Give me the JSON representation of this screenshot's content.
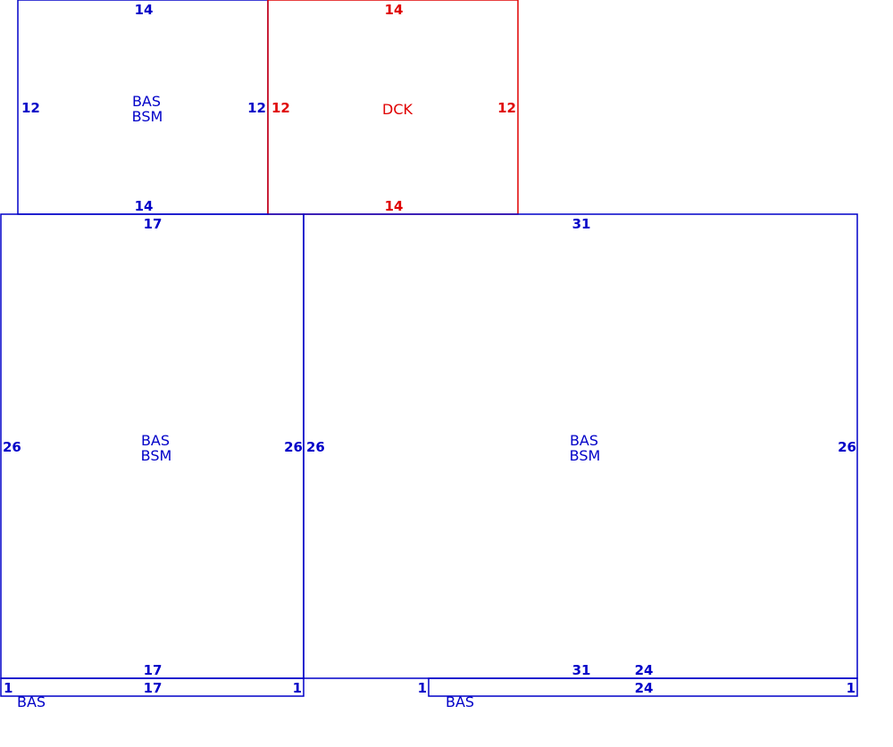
{
  "colors": {
    "main": "#0000c8",
    "deck": "#e00000"
  },
  "areas": {
    "upper_left": {
      "code1": "BAS",
      "code2": "BSM",
      "top": "14",
      "bottom": "14",
      "left": "12",
      "right": "12"
    },
    "deck": {
      "code": "DCK",
      "top": "14",
      "bottom": "14",
      "left": "12",
      "right": "12"
    },
    "lower_left": {
      "code1": "BAS",
      "code2": "BSM",
      "top": "17",
      "bottom": "17",
      "left": "26",
      "right": "26"
    },
    "lower_right": {
      "code1": "BAS",
      "code2": "BSM",
      "top": "31",
      "bottom": "31",
      "left": "26",
      "right": "26"
    },
    "strip_left": {
      "code": "BAS",
      "length": "17",
      "left": "1",
      "right": "1"
    },
    "strip_right": {
      "code": "BAS",
      "length_top": "24",
      "length": "24",
      "left": "1",
      "right": "1"
    }
  }
}
